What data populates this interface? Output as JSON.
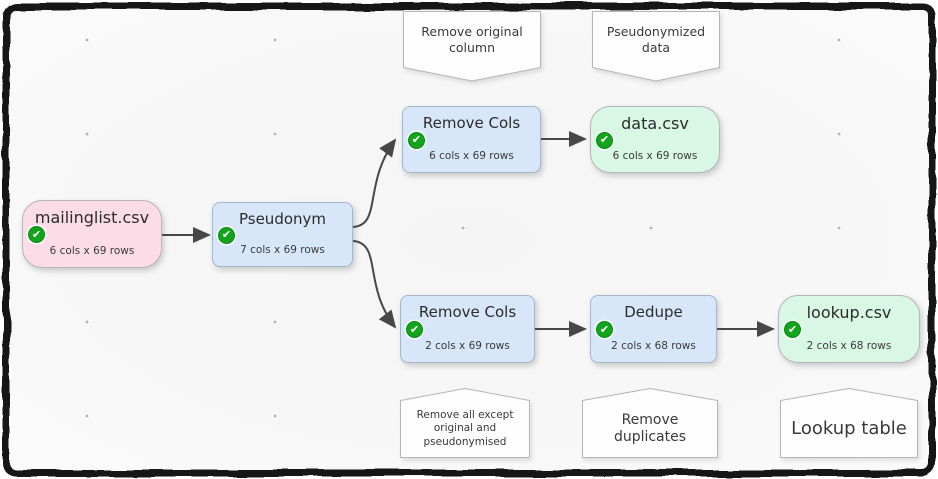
{
  "app": {
    "view": "data-flow-canvas"
  },
  "colors": {
    "canvas_bg": "#f7f7f7",
    "dot_grid": "#b3b3b3",
    "frame": "#161616",
    "arrow": "#474747",
    "node_input_pink": "#fbdce7",
    "node_transform_blue": "#d7e7f9",
    "node_output_green": "#d9f7e5",
    "note_bg": "#fdfdfd",
    "note_border": "#b5b5b5",
    "status_green": "#14a31c"
  },
  "icons": {
    "check": {
      "name": "check-circle-icon",
      "glyph": "✔",
      "color": "#14a31c"
    }
  },
  "nodes": [
    {
      "title": "mailinglist.csv",
      "subtitle": "6 cols x 69 rows",
      "kind": "input-file",
      "status": "ok"
    },
    {
      "title": "Pseudonym",
      "subtitle": "7 cols x 69 rows",
      "kind": "transform",
      "status": "ok"
    },
    {
      "title": "Remove Cols",
      "subtitle": "6 cols x 69 rows",
      "kind": "transform",
      "status": "ok"
    },
    {
      "title": "data.csv",
      "subtitle": "6 cols x 69 rows",
      "kind": "output-file",
      "status": "ok"
    },
    {
      "title": "Remove Cols",
      "subtitle": "2 cols x 69 rows",
      "kind": "transform",
      "status": "ok"
    },
    {
      "title": "Dedupe",
      "subtitle": "2 cols x 68 rows",
      "kind": "transform",
      "status": "ok"
    },
    {
      "title": "lookup.csv",
      "subtitle": "2 cols x 68 rows",
      "kind": "output-file",
      "status": "ok"
    }
  ],
  "notes": [
    {
      "text": "Remove original column",
      "tail": "down"
    },
    {
      "text": "Pseudonymized data",
      "tail": "down"
    },
    {
      "text": "Remove all except original and pseudonymised",
      "tail": "up"
    },
    {
      "text": "Remove duplicates",
      "tail": "up"
    },
    {
      "text": "Lookup table",
      "tail": "up"
    }
  ]
}
